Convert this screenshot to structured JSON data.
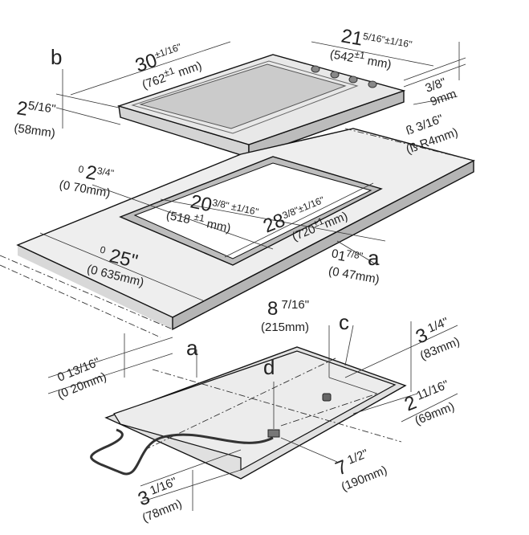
{
  "colors": {
    "surface": "#e6e6e6",
    "side": "#bdbdbd",
    "glass": "#cfcfcf",
    "line": "#111111"
  },
  "labels": {
    "b": "b",
    "a_top": "a",
    "a_bottom": "a",
    "c": "c",
    "d": "d",
    "width_main": "30",
    "width_tol": "±1/16\"",
    "width_mm": "(762",
    "width_mm_tol": "±1",
    "width_mm_unit": " mm)",
    "depth_main": "21",
    "depth_frac": "5/16\"±1/16\"",
    "depth_mm": "(542",
    "depth_mm_tol": "±1",
    "depth_mm_unit": " mm)",
    "height_main": "2",
    "height_frac": "5/16\"",
    "height_mm": "(58mm)",
    "rim_in": "3/8\"",
    "rim_mm": "9mm",
    "radius_in": "ß 3/16\"",
    "radius_mm": "(ß R4mm)",
    "back_gap_pre": "0 ",
    "back_gap_main": "2",
    "back_gap_frac": "3/4\"",
    "back_gap_mm": "(0 70mm)",
    "cut_d_main": "20",
    "cut_d_frac": "3/8\" ±1/16\"",
    "cut_d_mm": "(518 ",
    "cut_d_mm_tol": "±1",
    "cut_d_mm_unit": " mm)",
    "cut_w_main": "28",
    "cut_w_frac": "3/8\"±1/16\"",
    "cut_w_mm": "(720",
    "cut_w_mm_tol": "±1",
    "cut_w_mm_unit": "mm)",
    "counter_pre": "0",
    "counter_main": " 25\"",
    "counter_mm": "(0 635mm)",
    "front_gap_pre": "0",
    "front_gap_main": "1",
    "front_gap_frac": "7/8\"",
    "front_gap_mm": "(0 47mm)",
    "thick_in": "0 13/16\"",
    "thick_mm": "(0 20mm)",
    "c_off_main": "8",
    "c_off_frac": " 7/16\"",
    "c_off_mm": "(215mm)",
    "c_side_main": "3",
    "c_side_frac": " 1/4\"",
    "c_side_mm": "(83mm)",
    "c_depth_main": "2",
    "c_depth_frac": " 11/16\"",
    "c_depth_mm": "(69mm)",
    "d_off_main": "7",
    "d_off_frac": " 1/2\"",
    "d_off_mm": "(190mm)",
    "d_side_main": "3",
    "d_side_frac": " 1/16\"",
    "d_side_mm": "(78mm)"
  }
}
